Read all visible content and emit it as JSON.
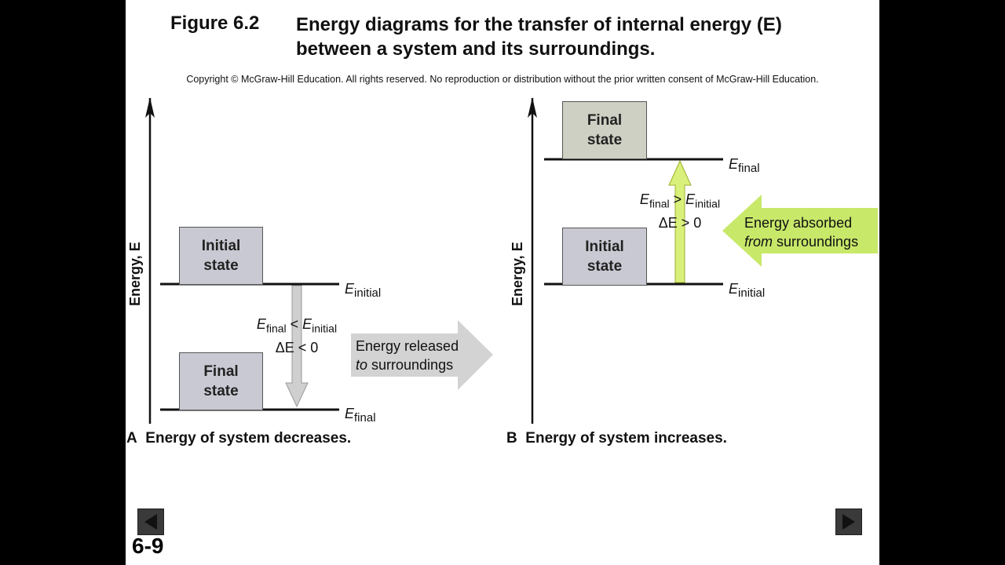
{
  "figure": {
    "number": "Figure 6.2",
    "title": "Energy diagrams for the transfer of internal energy (E) between a system and its surroundings.",
    "copyright": "Copyright © McGraw-Hill Education.  All rights reserved. No reproduction or distribution without the prior written consent of McGraw-Hill Education."
  },
  "panel_a": {
    "axis_label": "Energy, E",
    "upper_box": "Initial state",
    "lower_box": "Final state",
    "upper_level_label": "E",
    "upper_level_sub": "initial",
    "lower_level_label": "E",
    "lower_level_sub": "final",
    "relation_line1_a": "E",
    "relation_line1_a_sub": "final",
    "relation_line1_op": " < ",
    "relation_line1_b": "E",
    "relation_line1_b_sub": "initial",
    "relation_line2": "ΔE < 0",
    "arrow_text_line1": "Energy released",
    "arrow_text_line2_em": "to",
    "arrow_text_line2_rest": " surroundings",
    "caption_letter": "A",
    "caption": "Energy of system decreases."
  },
  "panel_b": {
    "axis_label": "Energy, E",
    "upper_box": "Final state",
    "lower_box": "Initial state",
    "upper_level_label": "E",
    "upper_level_sub": "final",
    "lower_level_label": "E",
    "lower_level_sub": "initial",
    "relation_line1_a": "E",
    "relation_line1_a_sub": "final",
    "relation_line1_op": " > ",
    "relation_line1_b": "E",
    "relation_line1_b_sub": "initial",
    "relation_line2": "ΔE > 0",
    "arrow_text_line1": "Energy absorbed",
    "arrow_text_line2_em": "from",
    "arrow_text_line2_rest": " surroundings",
    "caption_letter": "B",
    "caption": "Energy of system increases."
  },
  "slide_number": "6-9",
  "colors": {
    "box_fill": "#c9c9d3",
    "box_fill_b_final": "#cfd0c4",
    "released_arrow": "#d3d3d3",
    "absorbed_arrow": "#c8e86a",
    "up_arrow": "#d9f07a",
    "down_arrow": "#cfcfcf"
  }
}
